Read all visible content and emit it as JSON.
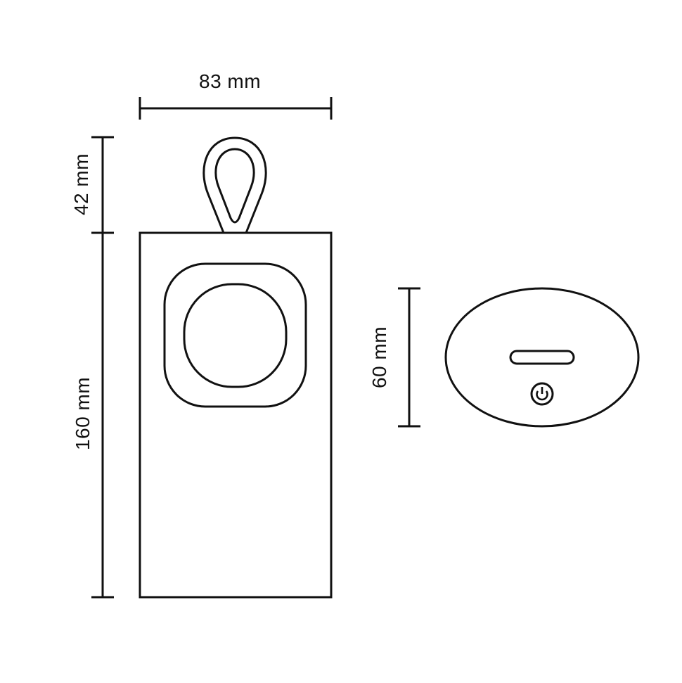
{
  "diagram": {
    "type": "product dimension drawing",
    "stroke_color": "#111111",
    "background": "#ffffff",
    "dimensions": {
      "width": {
        "label": "83 mm",
        "value": 83,
        "unit": "mm"
      },
      "handle_height": {
        "label": "42 mm",
        "value": 42,
        "unit": "mm"
      },
      "body_height": {
        "label": "160 mm",
        "value": 160,
        "unit": "mm"
      },
      "depth": {
        "label": "60 mm",
        "value": 60,
        "unit": "mm"
      }
    },
    "views": {
      "front": {
        "parts": [
          "loop-handle",
          "body",
          "speaker-outer-rounded-square",
          "speaker-inner-circle"
        ]
      },
      "top": {
        "parts": [
          "oval-top",
          "slot",
          "power-button"
        ]
      }
    },
    "icons": [
      "power-icon"
    ]
  }
}
